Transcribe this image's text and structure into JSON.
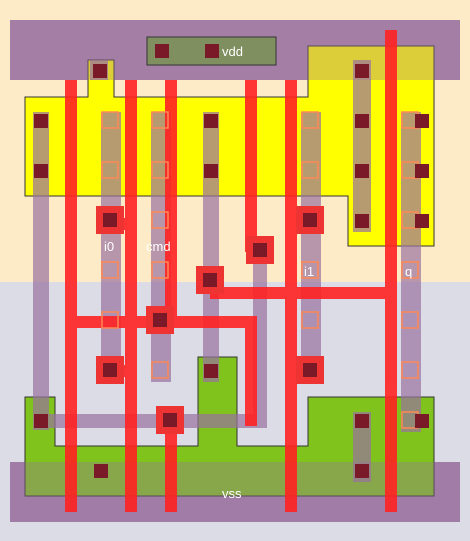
{
  "labels": {
    "vdd": "vdd",
    "vss": "vss",
    "i0": "i0",
    "cmd": "cmd",
    "i1": "i1",
    "q": "q"
  },
  "colors": {
    "nwell": "#fdebc8",
    "pwell": "#dcdce6",
    "pdiff": "#ffff00",
    "ndiff": "#7fc31c",
    "rail": "#9a72a0",
    "metal1": "#9a72a0",
    "poly": "#ff2222",
    "contact": "#7a1a28",
    "via_ring": "#ee3333",
    "open_contact": "#ff8855"
  }
}
